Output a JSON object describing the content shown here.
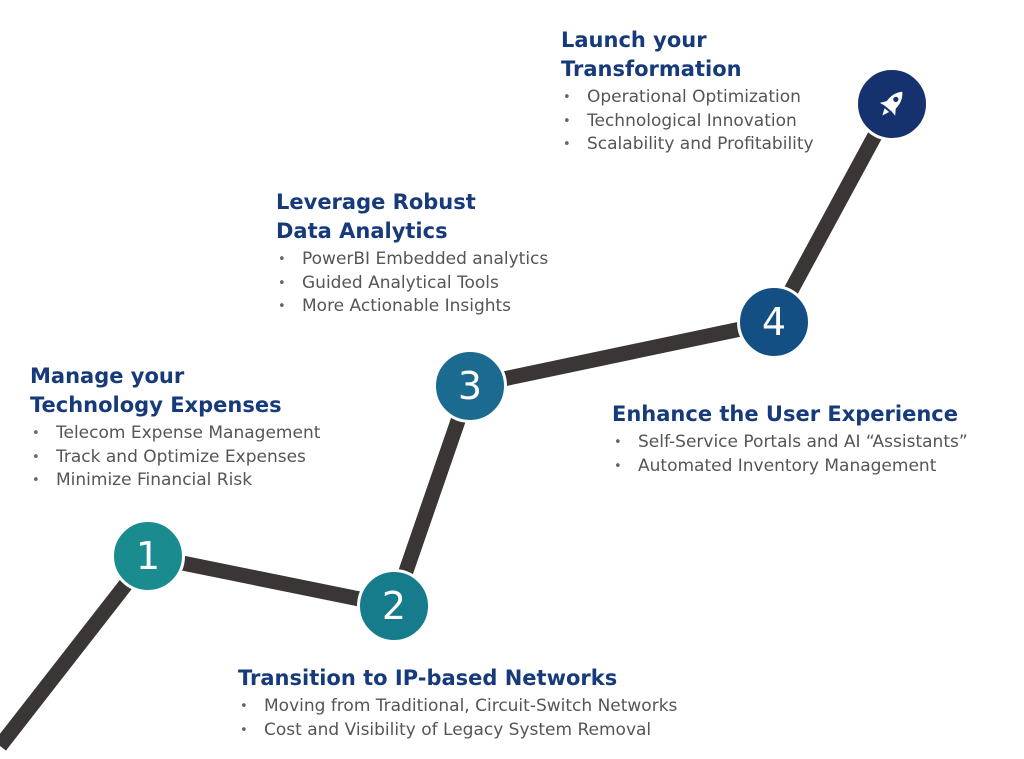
{
  "colors": {
    "path": "#3a3636",
    "title": "#163a7a",
    "bullet_text": "#555555",
    "node_1": "#1a8c8f",
    "node_2": "#167c8c",
    "node_3": "#1a6b8f",
    "node_4": "#134f82",
    "node_5": "#16326e"
  },
  "steps": [
    {
      "number": "1",
      "title_lines": [
        "Manage your",
        "Technology Expenses"
      ],
      "bullets": [
        "Telecom Expense Management",
        "Track and Optimize Expenses",
        "Minimize Financial Risk"
      ]
    },
    {
      "number": "2",
      "title_lines": [
        "Transition to IP-based Networks"
      ],
      "bullets": [
        "Moving from Traditional, Circuit-Switch Networks",
        "Cost and Visibility of Legacy System Removal"
      ]
    },
    {
      "number": "3",
      "title_lines": [
        "Leverage Robust",
        "Data Analytics"
      ],
      "bullets": [
        "PowerBI Embedded analytics",
        "Guided Analytical Tools",
        "More Actionable Insights"
      ]
    },
    {
      "number": "4",
      "title_lines": [
        "Enhance the User Experience"
      ],
      "bullets": [
        "Self-Service Portals and AI “Assistants”",
        "Automated Inventory Management"
      ]
    },
    {
      "icon": "rocket-icon",
      "title_lines": [
        "Launch your",
        "Transformation"
      ],
      "bullets": [
        "Operational Optimization",
        "Technological Innovation",
        "Scalability and Profitability"
      ]
    }
  ]
}
